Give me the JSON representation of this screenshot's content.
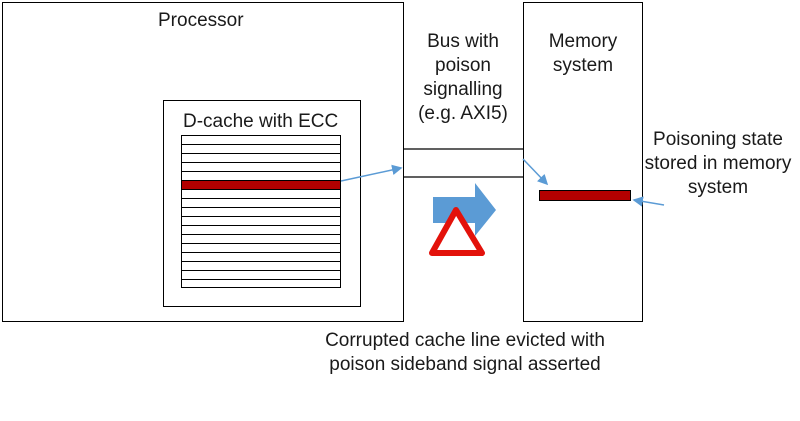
{
  "processor": {
    "title": "Processor",
    "dcache": {
      "title": "D-cache with ECC",
      "line_count": 17,
      "corrupted_line_index": 5
    }
  },
  "bus": {
    "label": "Bus with poison signalling (e.g. AXI5)"
  },
  "memory": {
    "title": "Memory system"
  },
  "poison_note": "Poisoning state stored in memory system",
  "caption": "Corrupted cache line evicted with poison sideband signal asserted",
  "colors": {
    "poison": "#b30000",
    "arrow": "#5b9bd5",
    "warning": "#e3120b"
  },
  "icons": {
    "transfer_arrow": "right-arrow-icon",
    "warning_triangle": "warning-triangle-icon"
  }
}
